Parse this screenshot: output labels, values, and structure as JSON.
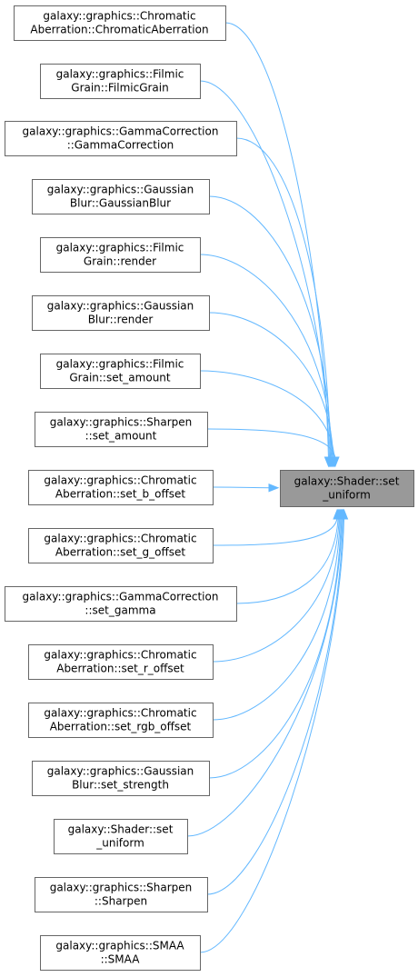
{
  "target": {
    "id": "target",
    "lines": [
      "galaxy::Shader::set",
      "_uniform"
    ]
  },
  "callers": [
    {
      "id": "n0",
      "lines": [
        "galaxy::graphics::Chromatic",
        "Aberration::ChromaticAberration"
      ]
    },
    {
      "id": "n1",
      "lines": [
        "galaxy::graphics::Filmic",
        "Grain::FilmicGrain"
      ]
    },
    {
      "id": "n2",
      "lines": [
        "galaxy::graphics::GammaCorrection",
        "::GammaCorrection"
      ]
    },
    {
      "id": "n3",
      "lines": [
        "galaxy::graphics::Gaussian",
        "Blur::GaussianBlur"
      ]
    },
    {
      "id": "n4",
      "lines": [
        "galaxy::graphics::Filmic",
        "Grain::render"
      ]
    },
    {
      "id": "n5",
      "lines": [
        "galaxy::graphics::Gaussian",
        "Blur::render"
      ]
    },
    {
      "id": "n6",
      "lines": [
        "galaxy::graphics::Filmic",
        "Grain::set_amount"
      ]
    },
    {
      "id": "n7",
      "lines": [
        "galaxy::graphics::Sharpen",
        "::set_amount"
      ]
    },
    {
      "id": "n8",
      "lines": [
        "galaxy::graphics::Chromatic",
        "Aberration::set_b_offset"
      ]
    },
    {
      "id": "n9",
      "lines": [
        "galaxy::graphics::Chromatic",
        "Aberration::set_g_offset"
      ]
    },
    {
      "id": "n10",
      "lines": [
        "galaxy::graphics::GammaCorrection",
        "::set_gamma"
      ]
    },
    {
      "id": "n11",
      "lines": [
        "galaxy::graphics::Chromatic",
        "Aberration::set_r_offset"
      ]
    },
    {
      "id": "n12",
      "lines": [
        "galaxy::graphics::Chromatic",
        "Aberration::set_rgb_offset"
      ]
    },
    {
      "id": "n13",
      "lines": [
        "galaxy::graphics::Gaussian",
        "Blur::set_strength"
      ]
    },
    {
      "id": "n14",
      "lines": [
        "galaxy::Shader::set",
        "_uniform"
      ]
    },
    {
      "id": "n15",
      "lines": [
        "galaxy::graphics::Sharpen",
        "::Sharpen"
      ]
    },
    {
      "id": "n16",
      "lines": [
        "galaxy::graphics::SMAA",
        "::SMAA"
      ]
    }
  ],
  "colors": {
    "edge": "#63b8ff",
    "target_fill": "#999999",
    "node_border": "#666666"
  }
}
